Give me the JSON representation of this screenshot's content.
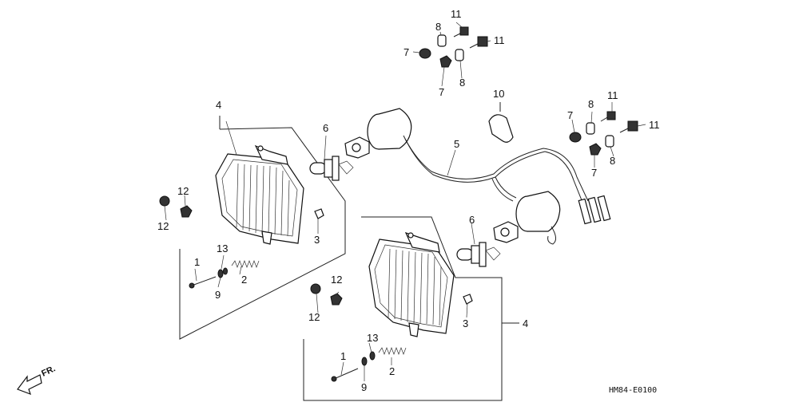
{
  "callouts": {
    "c1a": "1",
    "c1b": "1",
    "c2a": "2",
    "c2b": "2",
    "c3a": "3",
    "c3b": "3",
    "c4a": "4",
    "c4b": "4",
    "c5": "5",
    "c6a": "6",
    "c6b": "6",
    "c7a": "7",
    "c7b": "7",
    "c7c": "7",
    "c7d": "7",
    "c8a": "8",
    "c8b": "8",
    "c8c": "8",
    "c8d": "8",
    "c9a": "9",
    "c9b": "9",
    "c10": "10",
    "c11a": "11",
    "c11b": "11",
    "c11c": "11",
    "c11d": "11",
    "c12a": "12",
    "c12b": "12",
    "c12c": "12",
    "c12d": "12",
    "c13a": "13",
    "c13b": "13"
  },
  "direction_label": "FR.",
  "diagram_code": "HM84-E0100",
  "icons": {
    "direction": "front-direction-arrow-icon"
  }
}
